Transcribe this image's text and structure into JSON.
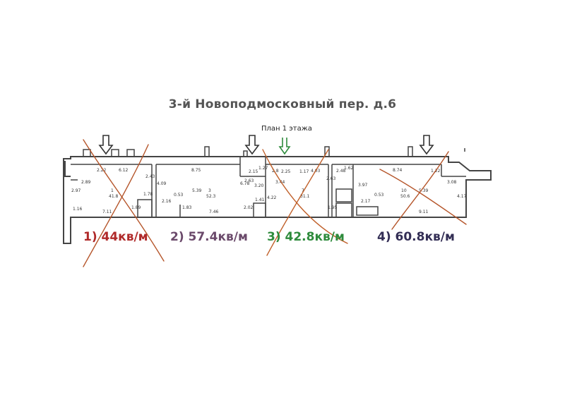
{
  "title": "3-й Новоподмосковный пер. д.6",
  "subtitle": "План 1 этажа",
  "areas": [
    {
      "label": "1) 44кв/м",
      "color": "#b02a2a",
      "crossed": true
    },
    {
      "label": "2) 57.4кв/м",
      "color": "#6b4a6b",
      "crossed": false
    },
    {
      "label": "3) 42.8кв/м",
      "color": "#2e8b3c",
      "crossed": true
    },
    {
      "label": "4) 60.8кв/м",
      "color": "#332e55",
      "crossed": true
    }
  ],
  "dimensions": [
    "2.22",
    "6.12",
    "2.43",
    "8.75",
    "2.63",
    "2.15",
    "1.27",
    "2.8",
    "2.25",
    "1.17",
    "4.03",
    "2.48",
    "1.62",
    "8.74",
    "1.22",
    "2.97",
    "2.89",
    "41.8",
    "1.78",
    "4.09",
    "0.53",
    "5.39",
    "52.3",
    "6.78",
    "3.20",
    "3.44",
    "31.1",
    "2.63",
    "3.97",
    "50.6",
    "3.08",
    "4.17",
    "1.16",
    "7.11",
    "1.89",
    "2.16",
    "1.83",
    "7.46",
    "2.02",
    "1.41",
    "4.22",
    "1.95",
    "0.53",
    "5.39",
    "9.11",
    "2.17"
  ],
  "room_numbers": [
    "1",
    "3",
    "7",
    "10"
  ],
  "arrow_colors": {
    "default": "#333333",
    "green": "#2e8b3c"
  },
  "cross_colors": {
    "area1": "#b5552a",
    "area3": "#c0602a",
    "area4": "#b5552a"
  }
}
